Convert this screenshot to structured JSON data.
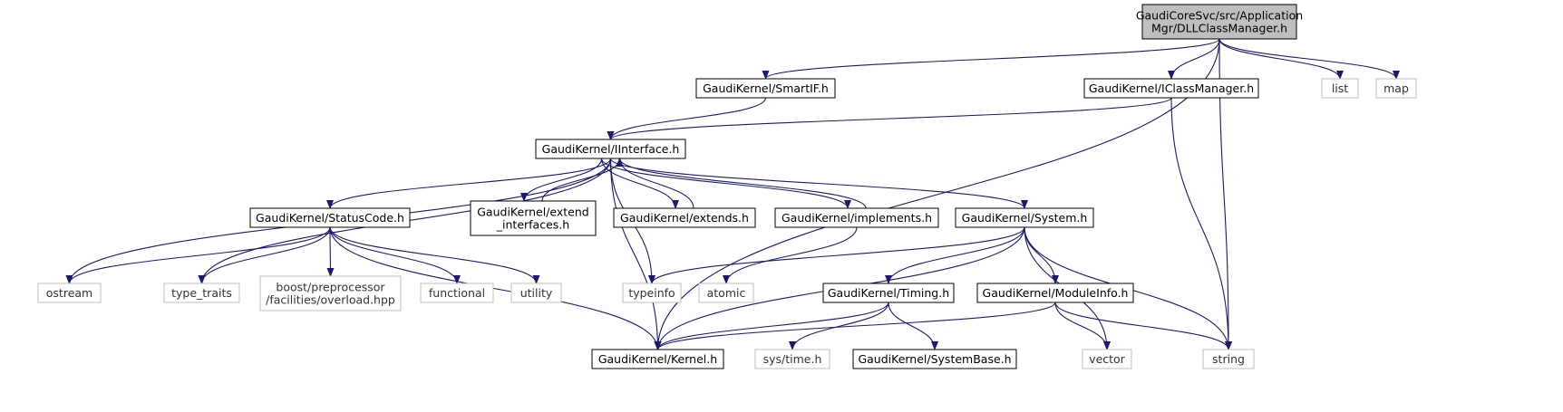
{
  "colors": {
    "edge": "#191970",
    "root_fill": "#bfbfbf",
    "node_stroke": "#000000",
    "external_stroke": "#bfbfbf",
    "external_text": "#333333"
  },
  "nodes": {
    "root": {
      "lines": [
        "GaudiCoreSvc/src/Application",
        "Mgr/DLLClassManager.h"
      ],
      "kind": "root"
    },
    "smartif": {
      "lines": [
        "GaudiKernel/SmartIF.h"
      ],
      "kind": "local"
    },
    "iclassmgr": {
      "lines": [
        "GaudiKernel/IClassManager.h"
      ],
      "kind": "local"
    },
    "list": {
      "lines": [
        "list"
      ],
      "kind": "external"
    },
    "map": {
      "lines": [
        "map"
      ],
      "kind": "external"
    },
    "iinterface": {
      "lines": [
        "GaudiKernel/IInterface.h"
      ],
      "kind": "local"
    },
    "statuscode": {
      "lines": [
        "GaudiKernel/StatusCode.h"
      ],
      "kind": "local"
    },
    "extendif": {
      "lines": [
        "GaudiKernel/extend",
        "_interfaces.h"
      ],
      "kind": "local"
    },
    "extends": {
      "lines": [
        "GaudiKernel/extends.h"
      ],
      "kind": "local"
    },
    "implements": {
      "lines": [
        "GaudiKernel/implements.h"
      ],
      "kind": "local"
    },
    "system": {
      "lines": [
        "GaudiKernel/System.h"
      ],
      "kind": "local"
    },
    "ostream": {
      "lines": [
        "ostream"
      ],
      "kind": "external"
    },
    "type_traits": {
      "lines": [
        "type_traits"
      ],
      "kind": "external"
    },
    "boostpp": {
      "lines": [
        "boost/preprocessor",
        "/facilities/overload.hpp"
      ],
      "kind": "external"
    },
    "functional": {
      "lines": [
        "functional"
      ],
      "kind": "external"
    },
    "utility": {
      "lines": [
        "utility"
      ],
      "kind": "external"
    },
    "typeinfo": {
      "lines": [
        "typeinfo"
      ],
      "kind": "external"
    },
    "atomic": {
      "lines": [
        "atomic"
      ],
      "kind": "external"
    },
    "timing": {
      "lines": [
        "GaudiKernel/Timing.h"
      ],
      "kind": "local"
    },
    "moduleinfo": {
      "lines": [
        "GaudiKernel/ModuleInfo.h"
      ],
      "kind": "local"
    },
    "kernel": {
      "lines": [
        "GaudiKernel/Kernel.h"
      ],
      "kind": "local"
    },
    "systime": {
      "lines": [
        "sys/time.h"
      ],
      "kind": "external"
    },
    "systembase": {
      "lines": [
        "GaudiKernel/SystemBase.h"
      ],
      "kind": "local"
    },
    "vector": {
      "lines": [
        "vector"
      ],
      "kind": "external"
    },
    "string": {
      "lines": [
        "string"
      ],
      "kind": "external"
    }
  },
  "edges": [
    [
      "root",
      "smartif"
    ],
    [
      "root",
      "iclassmgr"
    ],
    [
      "root",
      "list"
    ],
    [
      "root",
      "map"
    ],
    [
      "root",
      "string"
    ],
    [
      "root",
      "kernel"
    ],
    [
      "smartif",
      "iinterface"
    ],
    [
      "iclassmgr",
      "iinterface"
    ],
    [
      "iclassmgr",
      "string"
    ],
    [
      "iinterface",
      "statuscode"
    ],
    [
      "iinterface",
      "extendif"
    ],
    [
      "extendif",
      "iinterface"
    ],
    [
      "iinterface",
      "extends"
    ],
    [
      "extends",
      "iinterface"
    ],
    [
      "iinterface",
      "implements"
    ],
    [
      "implements",
      "iinterface"
    ],
    [
      "iinterface",
      "system"
    ],
    [
      "iinterface",
      "ostream"
    ],
    [
      "iinterface",
      "type_traits"
    ],
    [
      "iinterface",
      "typeinfo"
    ],
    [
      "iinterface",
      "kernel"
    ],
    [
      "statuscode",
      "ostream"
    ],
    [
      "statuscode",
      "type_traits"
    ],
    [
      "statuscode",
      "boostpp"
    ],
    [
      "statuscode",
      "functional"
    ],
    [
      "statuscode",
      "utility"
    ],
    [
      "statuscode",
      "kernel"
    ],
    [
      "implements",
      "atomic"
    ],
    [
      "system",
      "typeinfo"
    ],
    [
      "system",
      "timing"
    ],
    [
      "system",
      "moduleinfo"
    ],
    [
      "system",
      "kernel"
    ],
    [
      "system",
      "vector"
    ],
    [
      "system",
      "string"
    ],
    [
      "timing",
      "kernel"
    ],
    [
      "timing",
      "systime"
    ],
    [
      "timing",
      "systembase"
    ],
    [
      "moduleinfo",
      "kernel"
    ],
    [
      "moduleinfo",
      "vector"
    ],
    [
      "moduleinfo",
      "string"
    ]
  ]
}
